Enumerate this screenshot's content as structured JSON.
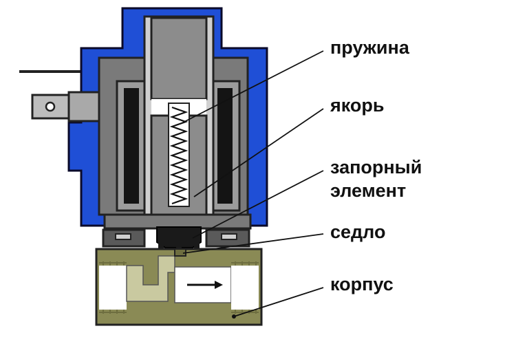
{
  "labels": {
    "spring": "пружина",
    "armature": "якорь",
    "plug_line1": "запорный",
    "plug_line2": "элемент",
    "seat": "седло",
    "body": "корпус"
  },
  "colors": {
    "coil_housing": "#1f4fd6",
    "frame_gray": "#7a7a7a",
    "armature_gray": "#8c8c8c",
    "winding_black": "#141414",
    "valve_body_olive": "#8a8a55",
    "valve_body_dark": "#6e6e40",
    "flow_white": "#ffffff",
    "leader_line": "#111111"
  },
  "icons": {
    "flow_direction": "right-arrow"
  }
}
